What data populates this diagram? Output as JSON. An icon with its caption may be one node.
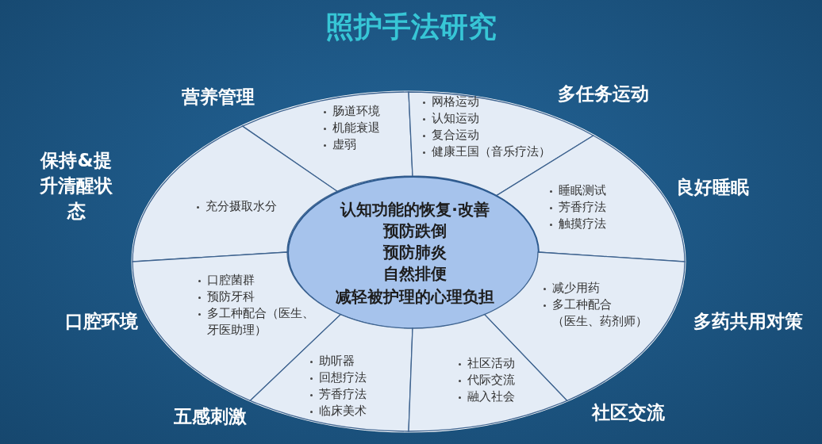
{
  "diagram": {
    "title": "照护手法研究",
    "nodes": [
      {
        "text": [
          "营养管理",
          "肠道环境",
          "机能衰退",
          "虚弱"
        ]
      },
      {
        "text": [
          "多任务运动",
          "网格运动",
          "认知运动",
          "复合运动",
          "健康王国（音乐疗法）"
        ]
      },
      {
        "text": [
          "保持&提升清醒状态",
          "充分摄取水分"
        ]
      },
      {
        "text": [
          "良好睡眠",
          "睡眠测试",
          "芳香疗法",
          "触摸疗法"
        ]
      },
      {
        "text": [
          "认知功能的恢复·改善",
          "预防跌倒",
          "预防肺炎",
          "自然排便",
          "减轻被护理的心理负担"
        ]
      },
      {
        "text": [
          "口腔环境",
          "口腔菌群",
          "预防牙科",
          "多工种配合（医生、牙医助理）"
        ]
      },
      {
        "text": [
          "多药共用对策",
          "减少用药",
          "多工种配合（医生、药剂师）"
        ]
      },
      {
        "text": [
          "五感刺激",
          "助听器",
          "回想疗法",
          "芳香疗法",
          "临床美术"
        ]
      },
      {
        "text": [
          "社区交流",
          "社区活动",
          "代际交流",
          "融入社会"
        ]
      }
    ]
  }
}
